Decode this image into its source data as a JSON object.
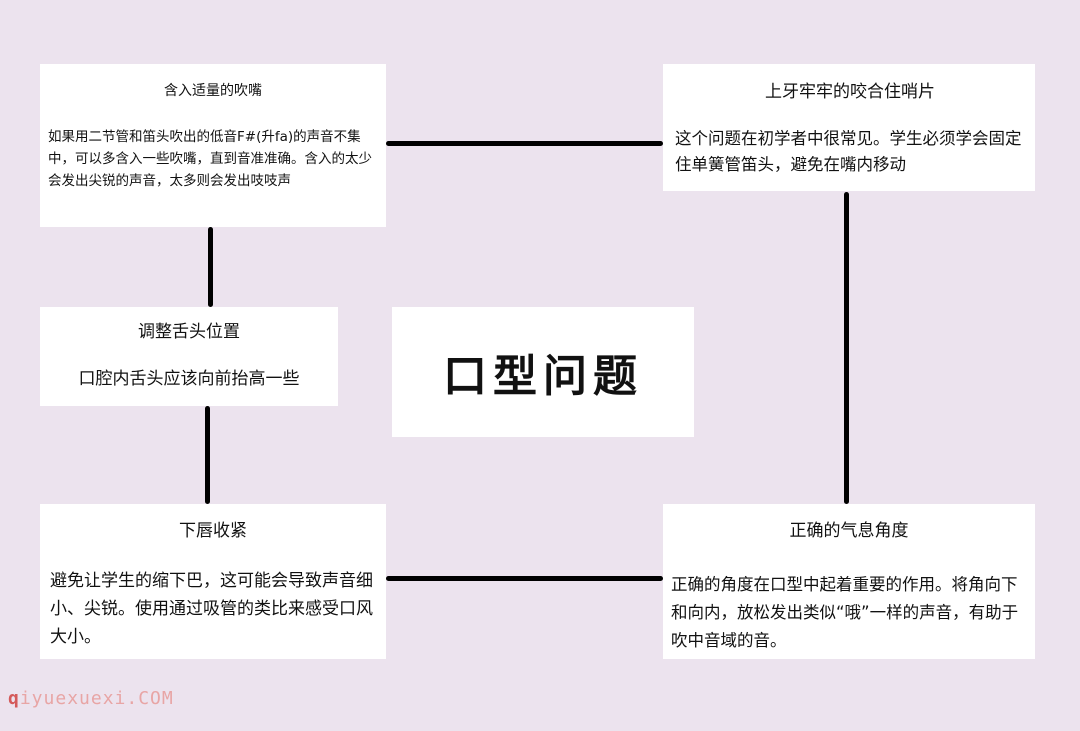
{
  "center_title": "口型问题",
  "cards": [
    {
      "id": "tl",
      "title": "含入适量的吹嘴",
      "body": "如果用二节管和笛头吹出的低音F#(升fa)的声音不集中，可以多含入一些吹嘴，直到音准准确。含入的太少会发出尖锐的声音，太多则会发出吱吱声"
    },
    {
      "id": "tr",
      "title": "上牙牢牢的咬合住哨片",
      "body": "这个问题在初学者中很常见。学生必须学会固定住单簧管笛头，避免在嘴内移动"
    },
    {
      "id": "ml",
      "title": "调整舌头位置",
      "body": "口腔内舌头应该向前抬高一些"
    },
    {
      "id": "bl",
      "title": "下唇收紧",
      "body": "避免让学生的缩下巴，这可能会导致声音细小、尖锐。使用通过吸管的类比来感受口风大小。"
    },
    {
      "id": "br",
      "title": "正确的气息角度",
      "body": "正确的角度在口型中起着重要的作用。将角向下和向内，放松发出类似“哦”一样的声音，有助于吹中音域的音。"
    }
  ],
  "watermark": {
    "prefix": "q",
    "rest": "iyuexuexi.COM"
  },
  "colors": {
    "background": "#ece3ee",
    "card": "#ffffff",
    "connector": "#000000",
    "watermark": "#e8a5a5"
  }
}
